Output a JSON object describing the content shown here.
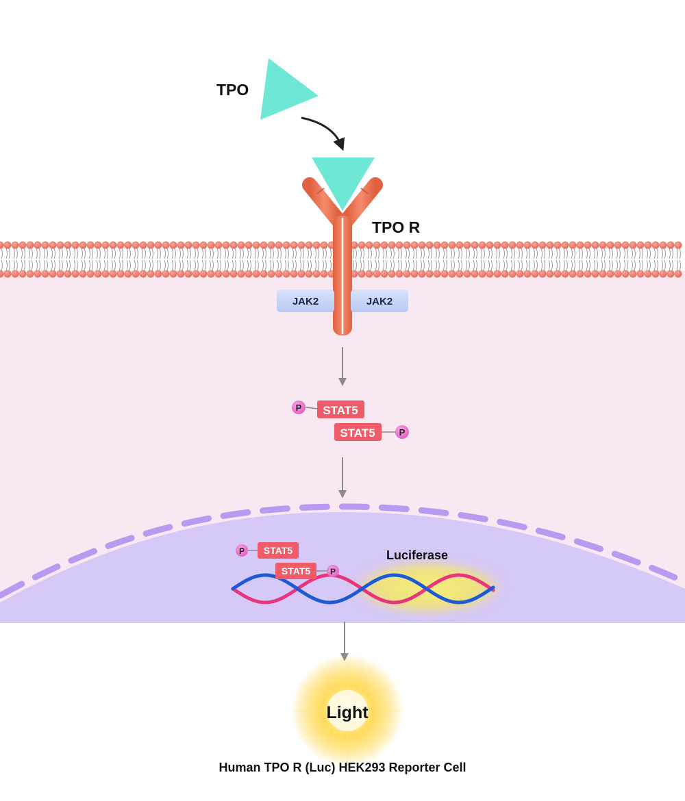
{
  "labels": {
    "ligand": "TPO",
    "receptor": "TPO R",
    "kinase_left": "JAK2",
    "kinase_right": "JAK2",
    "stat_top": "STAT5",
    "stat_bottom": "STAT5",
    "stat_nuc_top": "STAT5",
    "stat_nuc_bottom": "STAT5",
    "phospho": "P",
    "reporter_gene": "Luciferase",
    "output": "Light",
    "caption": "Human TPO R (Luc) HEK293 Reporter Cell"
  },
  "colors": {
    "ligand": "#6ee8d4",
    "receptor": "#ef7a5a",
    "membrane_head": "#ee7f6f",
    "cytoplasm": "#f8e8f1",
    "nucleus": "#d6c8f7",
    "nuclear_envelope": "#b99af0",
    "jak2": "#c8d6f8",
    "stat5": "#ef5b68",
    "phospho": "#f07cd0",
    "dna_strand_a": "#1e5ad6",
    "dna_strand_b": "#e8367e",
    "reporter_glow": "#f4ea6a",
    "light_glow": "#ffd23a",
    "arrow": "#8a8a8a"
  }
}
